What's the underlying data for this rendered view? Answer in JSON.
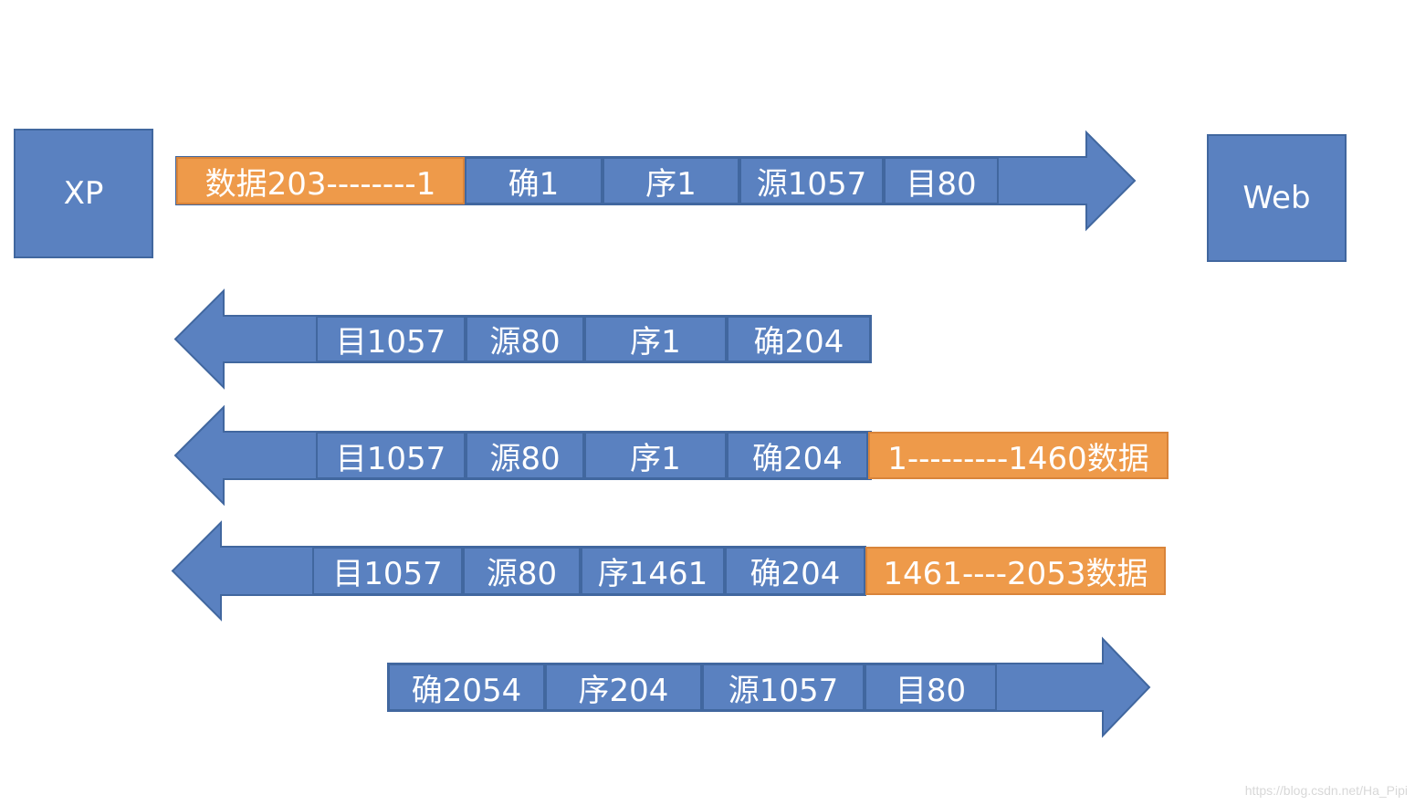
{
  "hosts": {
    "left": "XP",
    "right": "Web"
  },
  "packets": [
    {
      "direction": "right",
      "fields": [
        {
          "text": "数据203--------1",
          "color": "orange"
        },
        {
          "text": "确1",
          "color": "blue"
        },
        {
          "text": "序1",
          "color": "blue"
        },
        {
          "text": "源1057",
          "color": "blue"
        },
        {
          "text": "目80",
          "color": "blue"
        }
      ]
    },
    {
      "direction": "left",
      "fields": [
        {
          "text": "目1057",
          "color": "blue"
        },
        {
          "text": "源80",
          "color": "blue"
        },
        {
          "text": "序1",
          "color": "blue"
        },
        {
          "text": "确204",
          "color": "blue"
        }
      ]
    },
    {
      "direction": "left",
      "fields": [
        {
          "text": "目1057",
          "color": "blue"
        },
        {
          "text": "源80",
          "color": "blue"
        },
        {
          "text": "序1",
          "color": "blue"
        },
        {
          "text": "确204",
          "color": "blue"
        },
        {
          "text": "1---------1460数据",
          "color": "orange"
        }
      ]
    },
    {
      "direction": "left",
      "fields": [
        {
          "text": "目1057",
          "color": "blue"
        },
        {
          "text": "源80",
          "color": "blue"
        },
        {
          "text": "序1461",
          "color": "blue"
        },
        {
          "text": "确204",
          "color": "blue"
        },
        {
          "text": "1461----2053数据",
          "color": "orange"
        }
      ]
    },
    {
      "direction": "right",
      "fields": [
        {
          "text": "确2054",
          "color": "blue"
        },
        {
          "text": "序204",
          "color": "blue"
        },
        {
          "text": "源1057",
          "color": "blue"
        },
        {
          "text": "目80",
          "color": "blue"
        }
      ]
    }
  ],
  "colors": {
    "blue": "#5a81c0",
    "blue_border": "#41679f",
    "orange": "#ee9a4a"
  },
  "watermark": "https://blog.csdn.net/Ha_Pipi"
}
